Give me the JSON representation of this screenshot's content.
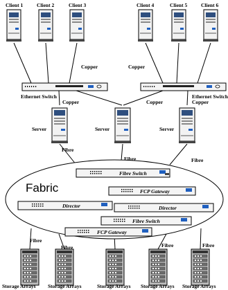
{
  "clients": [
    "Client 1",
    "Client 2",
    "Client 3",
    "Client 4",
    "Client 5",
    "Client 6"
  ],
  "switches": {
    "left_label": "Ethernet Switch",
    "right_label": "Ethernet Switch"
  },
  "servers": [
    "Server",
    "Server",
    "Server"
  ],
  "links": {
    "copper_top_left": "Copper",
    "copper_top_right": "Copper",
    "copper_left": "Copper",
    "copper_middle": "Copper",
    "copper_right": "Copper",
    "fibre_server_left": "Fibre",
    "fibre_server_middle": "Fibre",
    "fibre_server_right": "Fibre",
    "fibre_storage_1": "Fibre",
    "fibre_storage_2": "Fibre",
    "fibre_storage_3": "Fibre",
    "fibre_storage_4": "Fibre"
  },
  "fabric": {
    "title": "Fabric",
    "devices": [
      "Fibre Switch",
      "FCP Gateway",
      "Director",
      "Director",
      "Fibre Switch",
      "FCP Gateway"
    ]
  },
  "storage": [
    "Storage Arrays",
    "Storage Arrays",
    "Storage Arrays",
    "Storage Arrays",
    "Storage Arrays"
  ],
  "colors": {
    "tower_body": "#f2f2f2",
    "tower_screen": "#2f4f7f",
    "accent_blue": "#1f5fbf",
    "storage_body": "#bdbdbd",
    "storage_drive": "#6e6e6e"
  }
}
